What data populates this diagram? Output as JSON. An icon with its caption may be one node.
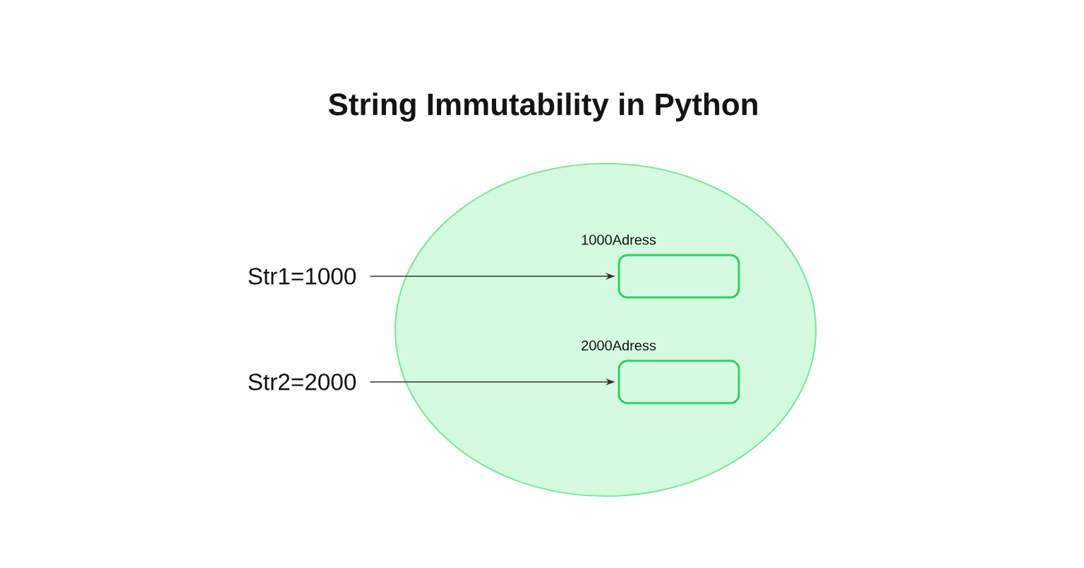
{
  "diagram": {
    "title": "String Immutability in Python",
    "nodes": [
      {
        "text": [],
        "shape": "ellipse"
      },
      {
        "text": [
          "Str1=1000"
        ]
      },
      {
        "text": [
          "Str2=2000"
        ]
      },
      {
        "text": [],
        "shape": "box",
        "in": 0,
        "beside": [
          "1000Adress"
        ]
      },
      {
        "text": [],
        "shape": "box",
        "in": 0,
        "beside": [
          "2000Adress"
        ]
      }
    ],
    "edges": [
      {
        "from": 1,
        "to": 3,
        "arrow": "to"
      },
      {
        "from": 2,
        "to": 4,
        "arrow": "to"
      }
    ]
  }
}
